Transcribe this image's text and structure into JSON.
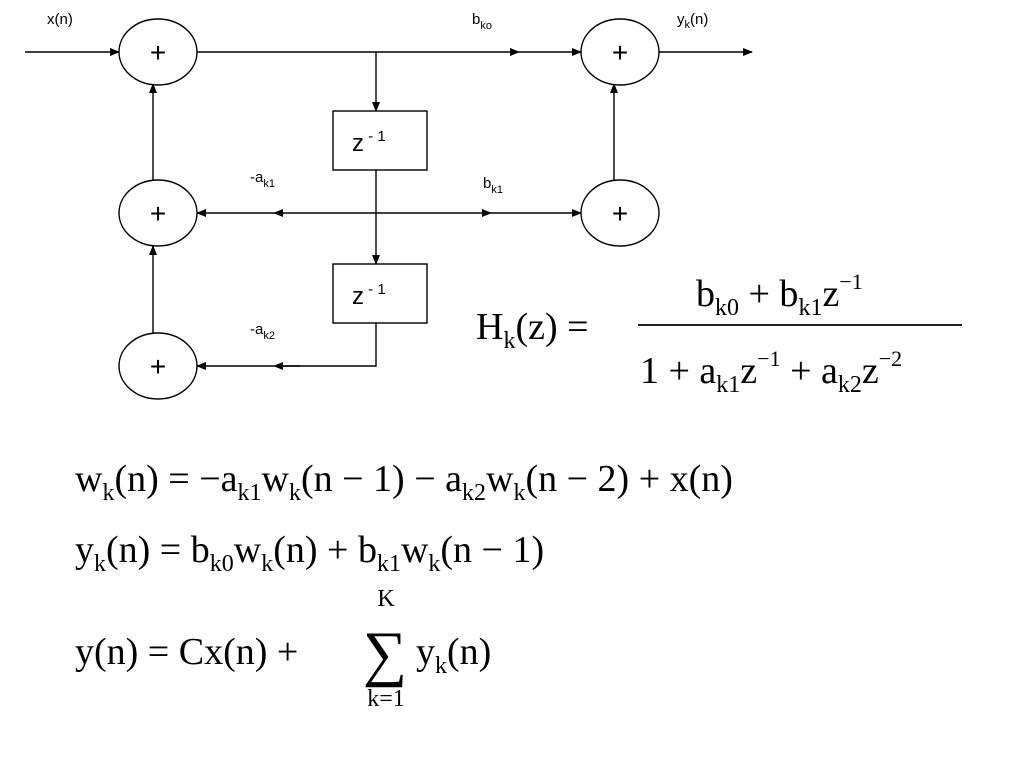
{
  "signals": {
    "input": {
      "base": "x(n)"
    },
    "output": {
      "base": "y",
      "sub": "k",
      "tail": "(n)"
    }
  },
  "nodes": {
    "plus": "+"
  },
  "delay": {
    "base": "z",
    "sup": " - 1"
  },
  "coefficients": {
    "b0": {
      "base": "b",
      "sub": "ko"
    },
    "b1": {
      "base": "b",
      "sub": "k1"
    },
    "a1": {
      "base": "-a",
      "sub": "k1"
    },
    "a2": {
      "base": "-a",
      "sub": "k2"
    }
  },
  "transfer_function": {
    "lhs": {
      "base": "H",
      "sub": "k",
      "tail": "(z) ="
    },
    "numerator": {
      "t1": "b",
      "t1sub": "k0",
      "t2": " + b",
      "t2sub": "k1",
      "t3": "z",
      "t3sup": "−1"
    },
    "denominator": {
      "t1": "1 + a",
      "t1sub": "k1",
      "t2": "z",
      "t2sup": "−1",
      "t3": " + a",
      "t3sub": "k2",
      "t4": "z",
      "t4sup": "−2"
    }
  },
  "equations": {
    "eq1": {
      "p1": "w",
      "s1": "k",
      "p2": "(n) = −a",
      "s2": "k1",
      "p3": "w",
      "s3": "k",
      "p4": "(n − 1) − a",
      "s4": "k2",
      "p5": "w",
      "s5": "k",
      "p6": "(n − 2) + x(n)"
    },
    "eq2": {
      "p1": "y",
      "s1": "k",
      "p2": "(n) = b",
      "s2": "k0",
      "p3": "w",
      "s3": "k",
      "p4": "(n) + b",
      "s4": "k1",
      "p5": "w",
      "s5": "k",
      "p6": "(n − 1)"
    },
    "eq3": {
      "p1": "y(n) = Cx(n) +",
      "sigma": "∑",
      "upper": "K",
      "lower": "k=1",
      "p2": "y",
      "s2": "k",
      "p3": "(n)"
    }
  }
}
